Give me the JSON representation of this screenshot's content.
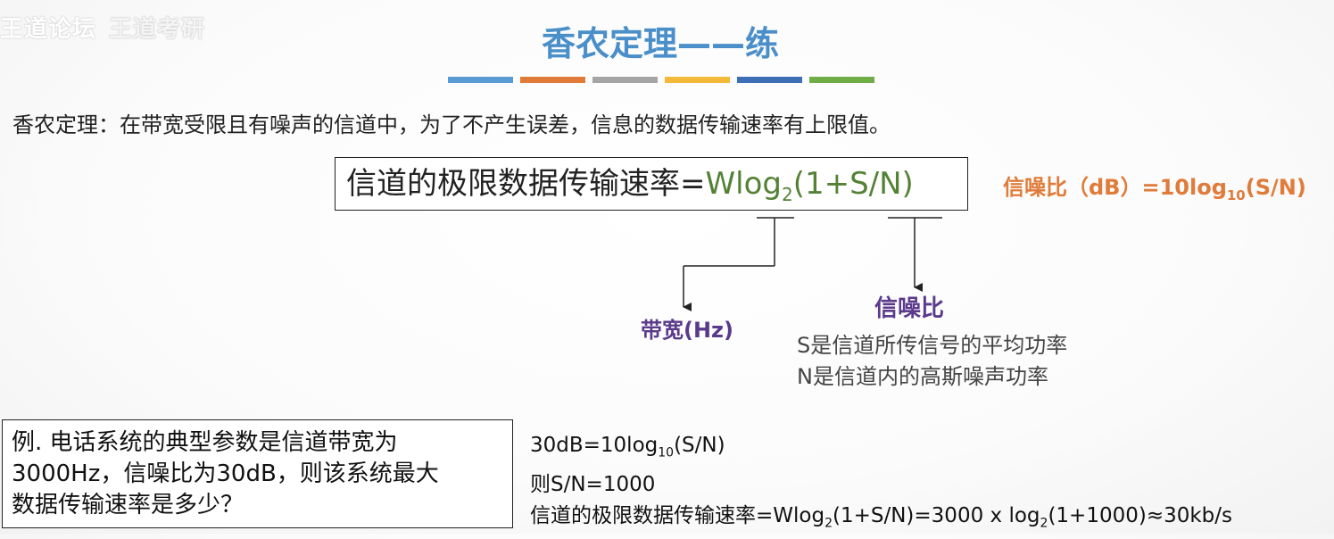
{
  "watermark": {
    "text": "王道论坛",
    "text2": "王道考研"
  },
  "title": "香农定理——练",
  "colors": {
    "title": "#4a8fc9",
    "bars": [
      "#5b9bd5",
      "#e07b39",
      "#a5a5a5",
      "#f5b93a",
      "#3d6fb6",
      "#70ad47"
    ],
    "formula_green": "#548235",
    "snr_orange": "#e07b39",
    "label_purple": "#5b3a8c"
  },
  "intro": "香农定理：在带宽受限且有噪声的信道中，为了不产生误差，信息的数据传输速率有上限值。",
  "formula": {
    "lhs": "信道的极限数据传输速率=",
    "w": "Wlog",
    "sub": "2",
    "rest": "(1+S/N)"
  },
  "snr_db": {
    "prefix": "信噪比（dB）=10log",
    "sub": "10",
    "suffix": "(S/N)"
  },
  "labels": {
    "bandwidth": "带宽(Hz)",
    "snr": "信噪比",
    "s_desc": "S是信道所传信号的平均功率",
    "n_desc": "N是信道内的高斯噪声功率"
  },
  "example": {
    "line1": "例. 电话系统的典型参数是信道带宽为",
    "line2": "3000Hz，信噪比为30dB，则该系统最大",
    "line3": "数据传输速率是多少？"
  },
  "answer": {
    "line1_prefix": "30dB=10log",
    "line1_sub": "10",
    "line1_suffix": "(S/N)",
    "line2": "则S/N=1000",
    "line3_a": "信道的极限数据传输速率=Wlog",
    "line3_sub1": "2",
    "line3_b": "(1+S/N)=3000 x log",
    "line3_sub2": "2",
    "line3_c": "(1+1000)≈30kb/s"
  }
}
